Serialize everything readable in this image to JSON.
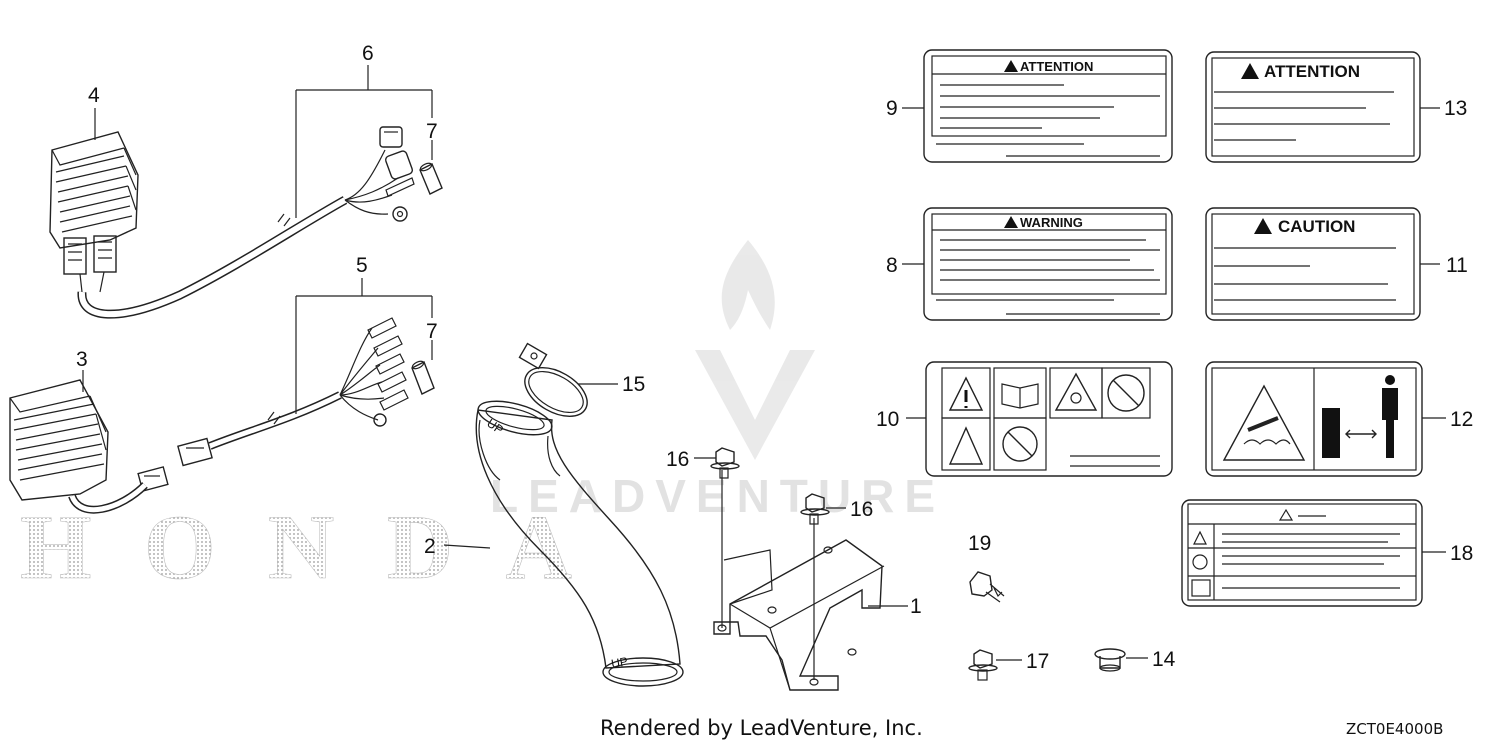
{
  "watermarks": {
    "honda": "HONDA",
    "leadventure": "LEADVENTURE"
  },
  "callouts": {
    "c1": "1",
    "c2": "2",
    "c3": "3",
    "c4": "4",
    "c5": "5",
    "c6": "6",
    "c7a": "7",
    "c7b": "7",
    "c8": "8",
    "c9": "9",
    "c10": "10",
    "c11": "11",
    "c12": "12",
    "c13": "13",
    "c14": "14",
    "c15": "15",
    "c16a": "16",
    "c16b": "16",
    "c17": "17",
    "c18": "18",
    "c19": "19"
  },
  "labels": {
    "attention_9": "ATTENTION",
    "attention_13": "ATTENTION",
    "warning_8": "WARNING",
    "caution_11": "CAUTION"
  },
  "hose_text": {
    "upper": "UP",
    "lower": "UP"
  },
  "footer": {
    "credit": "Rendered by LeadVenture, Inc.",
    "code": "ZCT0E4000B"
  }
}
